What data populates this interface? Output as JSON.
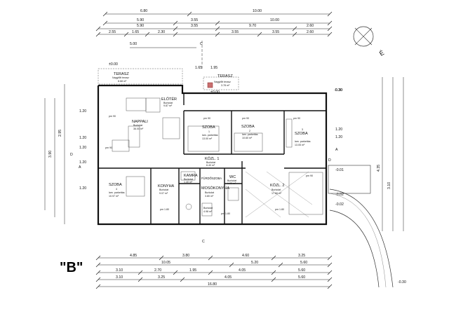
{
  "drawing_label": "\"B\"",
  "north_arrow_label": "É",
  "top_dims": {
    "row1": [
      "6.80",
      "10.00"
    ],
    "row2": [
      "5.90",
      "3.55",
      "10.00"
    ],
    "row3": [
      "5.90",
      "3.55",
      "9.70",
      "2.60"
    ],
    "row4": [
      "2.55",
      "1.65",
      "2.30",
      "3.55",
      "3.55",
      "2.60"
    ],
    "sub": [
      "5.00",
      "1.65",
      "1.95"
    ]
  },
  "bottom_dims": {
    "row1": [
      "4.85",
      "3.80",
      "4.60",
      "3.25"
    ],
    "row2": [
      "10.05",
      "5.20",
      "5.60"
    ],
    "row3": [
      "3.10",
      "2.70",
      "1.95",
      "4.05",
      "5.60"
    ],
    "row4": [
      "3.10",
      "3.25",
      "4.05",
      "5.60"
    ],
    "total": "16.80"
  },
  "left_dims": [
    "1.20",
    "1.20",
    "1.20",
    "3.90",
    "1.20",
    "1.20",
    "2.95"
  ],
  "right_dims": [
    "1.20",
    "1.20",
    "4.35",
    "3.10",
    "0.30"
  ],
  "levels": [
    "±0.00",
    "±0.00",
    "-0.30",
    "-0.01",
    "-0.02",
    "-0.02",
    "-0.30"
  ],
  "section_marks": [
    "C",
    "C",
    "A",
    "A",
    "D",
    "D"
  ],
  "rooms": [
    {
      "name": "TERASZ",
      "sub": "Nagylőtt terasz",
      "area": "8.68 m²"
    },
    {
      "name": "TERASZ",
      "sub": "Nagylőtt terasz",
      "area": "3.78 m²"
    },
    {
      "name": "ELŐTÉR",
      "sub": "Burkolat",
      "area": "9.87 m²"
    },
    {
      "name": "NAPPALI",
      "sub": "Burkolat",
      "area": "36.00 m²"
    },
    {
      "name": "SZOBA",
      "num": "1",
      "sub": "lam. parkettás",
      "area": "13.00 m²"
    },
    {
      "name": "SZOBA",
      "num": "2",
      "sub": "lam. parkettás",
      "area": "10.60 m²"
    },
    {
      "name": "SZOBA",
      "num": "3",
      "sub": "lam. parkettás",
      "area": "13.05 m²"
    },
    {
      "name": "SZOBA",
      "num": "4",
      "sub": "lam. parkettás",
      "area": "10.97 m²"
    },
    {
      "name": "KONYHA",
      "sub": "Burkolat",
      "area": "9.07 m²"
    },
    {
      "name": "KÖZL. 1",
      "sub": "Burkolat",
      "area": "6.40 m²"
    },
    {
      "name": "KAMRA",
      "sub": "Burkolat",
      "area": "1.40 m²"
    },
    {
      "name": "MOSÓKONYHA",
      "sub": "Burkolat",
      "area": "3.80 m²"
    },
    {
      "name": "FÜRDŐSZOBA",
      "sub": "Burkolat",
      "area": "4.98 m²"
    },
    {
      "name": "WC",
      "sub": "Burkolat",
      "area": "1.90 m²"
    },
    {
      "name": "KÖZL. 2",
      "sub": "Burkolat",
      "area": "17.60 m²"
    }
  ],
  "window_tags": [
    "pm 90",
    "pm 90",
    "pm 90",
    "pm 90",
    "pm 90",
    "pm 1.80",
    "pm 1.80",
    "pm 1.80",
    "pm 90"
  ]
}
